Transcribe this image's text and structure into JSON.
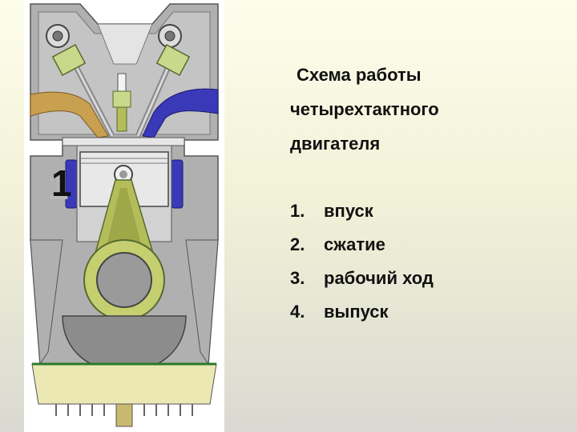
{
  "diagram": {
    "stroke_indicator": "1",
    "title_lines": [
      "Схема работы",
      "четырехтактного",
      "двигателя"
    ],
    "strokes": [
      {
        "number": "1.",
        "label": "впуск"
      },
      {
        "number": "2.",
        "label": "сжатие"
      },
      {
        "number": "3.",
        "label": "рабочий ход"
      },
      {
        "number": "4.",
        "label": "выпуск"
      }
    ]
  },
  "colors": {
    "background_top": "#fdfdec",
    "background_bottom": "#d9d9d2",
    "engine_block": "#a6a6a6",
    "intake_port": "#c8a050",
    "exhaust_port": "#3a3ab8",
    "valves": "#c9d88a",
    "connecting_rod": "#b5bd5a",
    "crank_counterweight": "#8c8c8c",
    "oil_sump": "#ebe8b4"
  },
  "icons": [
    "engine-cross-section",
    "spark-plug-icon",
    "piston-icon",
    "crankshaft-icon",
    "valve-icon"
  ]
}
